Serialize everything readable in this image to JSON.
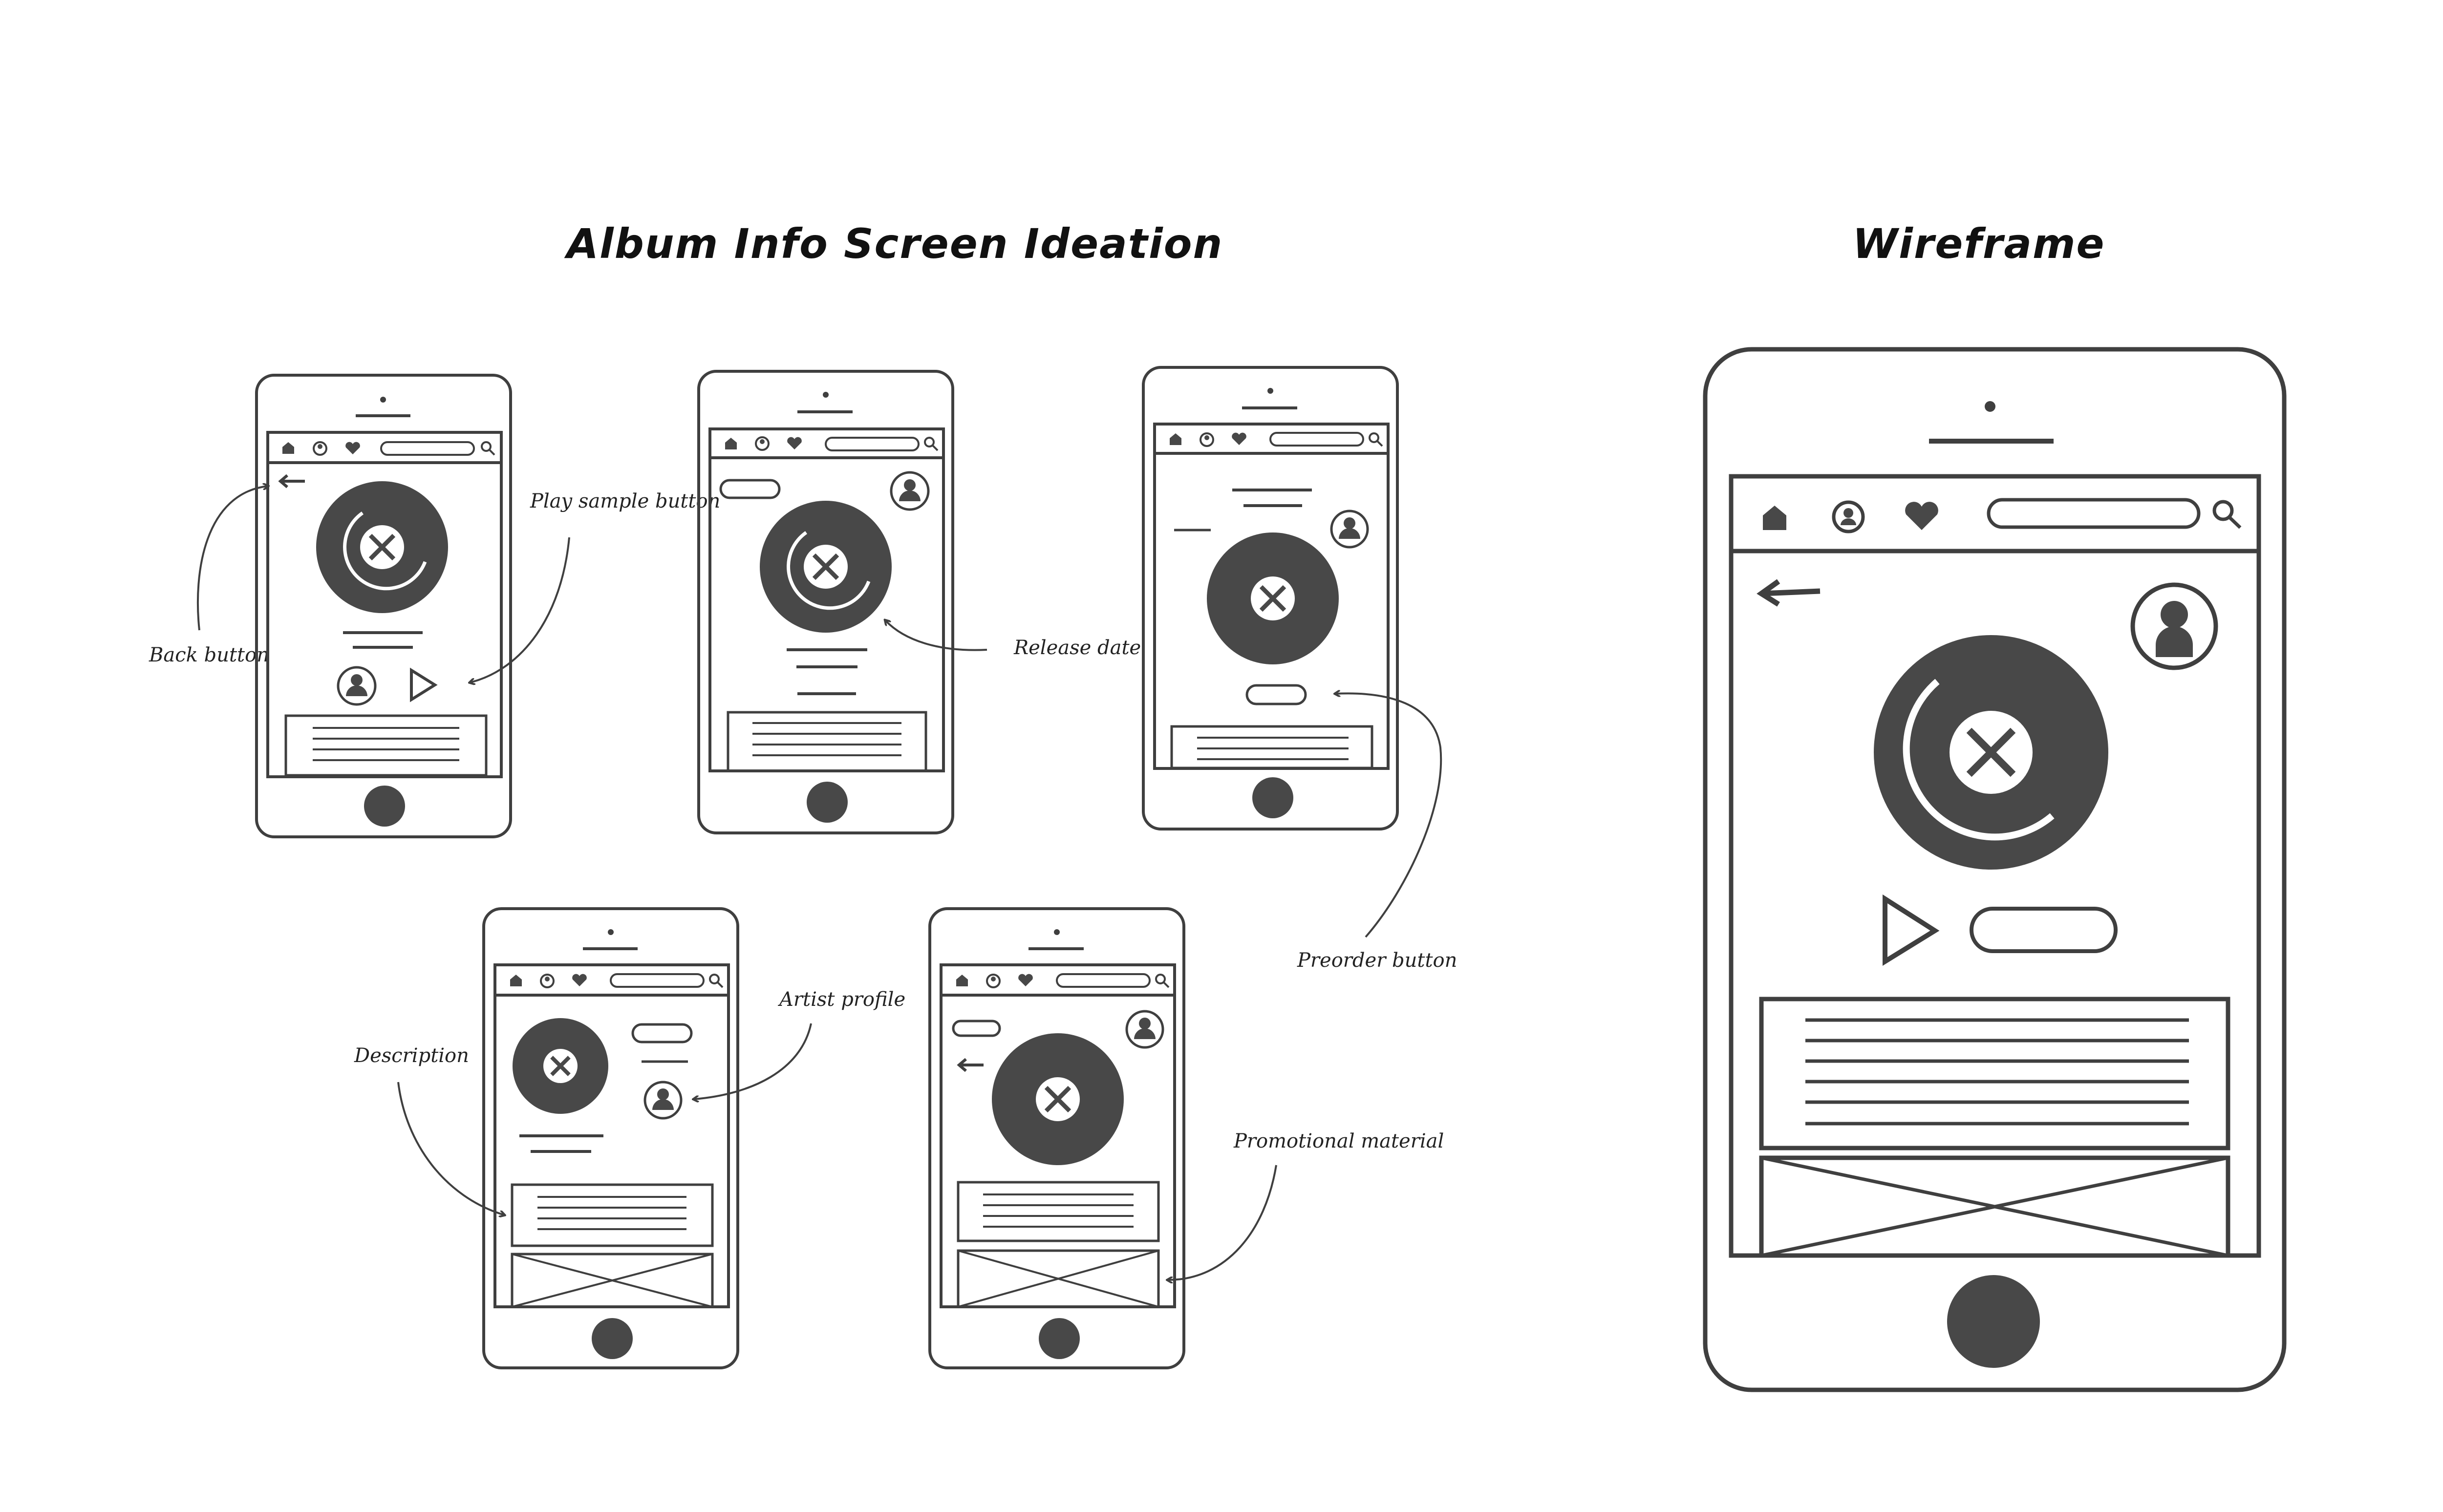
{
  "titles": {
    "ideation": "Album Info Screen Ideation",
    "wireframe": "Wireframe"
  },
  "annotations": {
    "back_button": "Back button",
    "play_sample": "Play sample button",
    "release_date": "Release date",
    "preorder": "Preorder button",
    "artist_profile": "Artist profile",
    "description": "Description",
    "promotional": "Promotional material"
  },
  "colors": {
    "ink": "#3f3f3f",
    "fill": "#484848",
    "paper": "#ffffff"
  },
  "icons": [
    "home-icon",
    "profile-icon",
    "heart-icon",
    "search-icon",
    "back-arrow-icon",
    "play-icon",
    "artist-avatar-icon",
    "album-cover-icon",
    "image-placeholder-icon"
  ]
}
